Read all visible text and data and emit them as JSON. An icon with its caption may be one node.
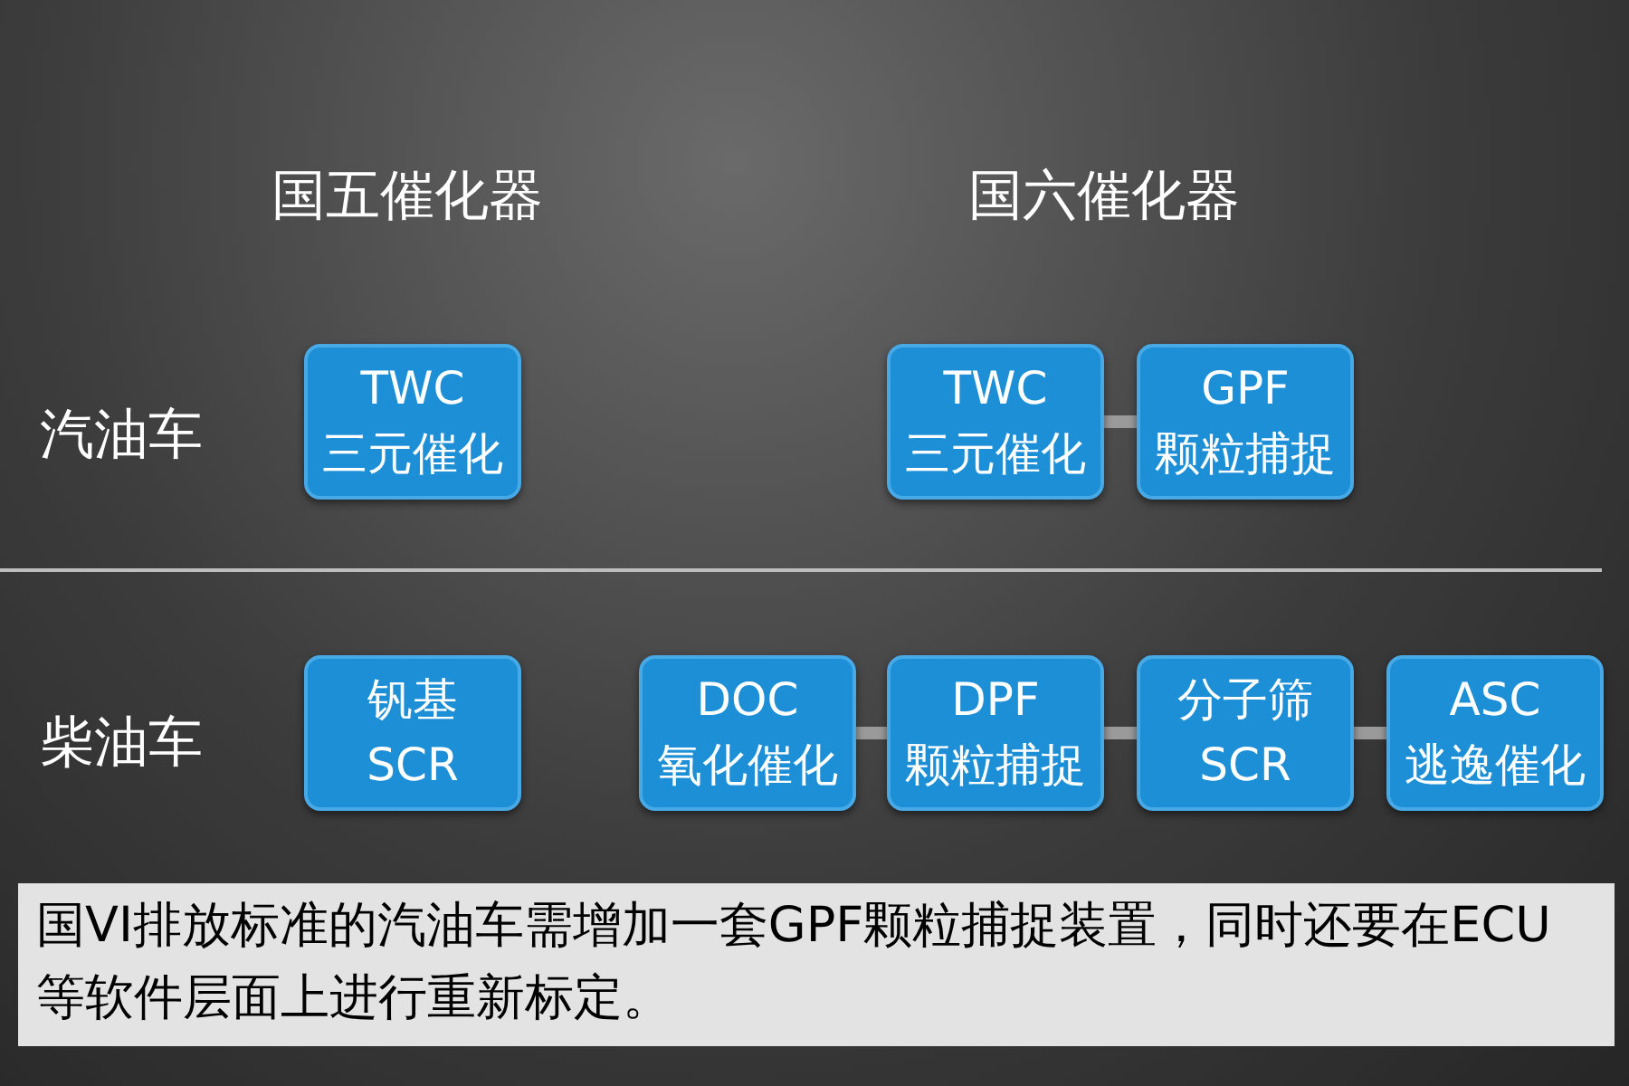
{
  "diagram": {
    "caption": "国VI排放标准的汽油车需增加一套GPF颗粒捕捉装置，同时还要在ECU等软件层面上进行重新标定。",
    "nodes": [
      {
        "text": [
          "TWC",
          "三元催化"
        ]
      },
      {
        "text": [
          "TWC",
          "三元催化"
        ]
      },
      {
        "text": [
          "GPF",
          "颗粒捕捉"
        ]
      },
      {
        "text": [
          "钒基",
          "SCR"
        ]
      },
      {
        "text": [
          "DOC",
          "氧化催化"
        ]
      },
      {
        "text": [
          "DPF",
          "颗粒捕捉"
        ]
      },
      {
        "text": [
          "分子筛",
          "SCR"
        ]
      },
      {
        "text": [
          "ASC",
          "逃逸催化"
        ]
      }
    ],
    "edges": [
      {
        "from": 1,
        "to": 2,
        "arrow": "none"
      },
      {
        "from": 4,
        "to": 5,
        "arrow": "none"
      },
      {
        "from": 5,
        "to": 6,
        "arrow": "none"
      },
      {
        "from": 6,
        "to": 7,
        "arrow": "none"
      }
    ],
    "labels": [
      "国五催化器",
      "国六催化器",
      "汽油车",
      "柴油车"
    ]
  }
}
